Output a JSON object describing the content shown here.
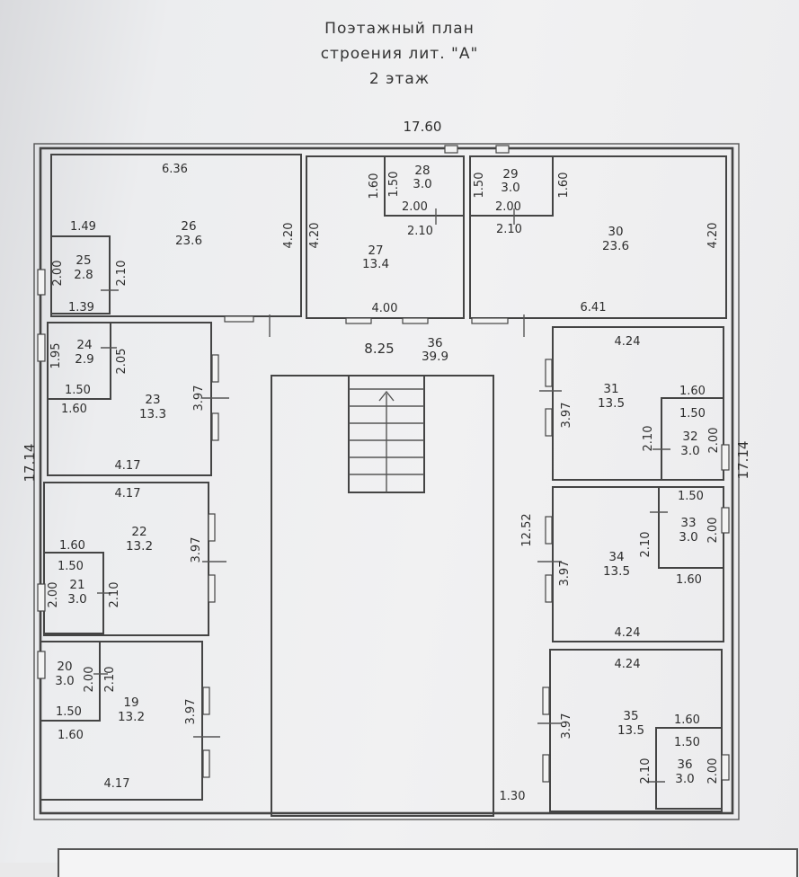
{
  "title": {
    "line1": "Поэтажный план",
    "line2": "строения лит. \"А\"",
    "line3": "2 этаж"
  },
  "overall": {
    "width": "17.60",
    "height_left": "17.14",
    "height_right": "17.14"
  },
  "rooms": {
    "r19": {
      "num": "19",
      "area": "13.2"
    },
    "r20": {
      "num": "20",
      "area": "3.0"
    },
    "r21": {
      "num": "21",
      "area": "3.0"
    },
    "r22": {
      "num": "22",
      "area": "13.2"
    },
    "r23": {
      "num": "23",
      "area": "13.3"
    },
    "r24": {
      "num": "24",
      "area": "2.9"
    },
    "r25": {
      "num": "25",
      "area": "2.8"
    },
    "r26": {
      "num": "26",
      "area": "23.6"
    },
    "r27": {
      "num": "27",
      "area": "13.4"
    },
    "r28": {
      "num": "28",
      "area": "3.0"
    },
    "r29": {
      "num": "29",
      "area": "3.0"
    },
    "r30": {
      "num": "30",
      "area": "23.6"
    },
    "r31": {
      "num": "31",
      "area": "13.5"
    },
    "r32": {
      "num": "32",
      "area": "3.0"
    },
    "r33": {
      "num": "33",
      "area": "3.0"
    },
    "r34": {
      "num": "34",
      "area": "13.5"
    },
    "r35": {
      "num": "35",
      "area": "13.5"
    },
    "r36a": {
      "num": "36",
      "area": "39.9"
    },
    "r36b": {
      "num": "36",
      "area": "3.0"
    }
  },
  "dims": {
    "d636": "6.36",
    "d420": "4.20",
    "d149": "1.49",
    "d200": "2.00",
    "d210": "2.10",
    "d139": "1.39",
    "d160": "1.60",
    "d150": "1.50",
    "d400": "4.00",
    "d641": "6.41",
    "d825": "8.25",
    "d195": "1.95",
    "d205": "2.05",
    "d397": "3.97",
    "d417": "4.17",
    "d424": "4.24",
    "d1252": "12.52",
    "d130": "1.30"
  }
}
